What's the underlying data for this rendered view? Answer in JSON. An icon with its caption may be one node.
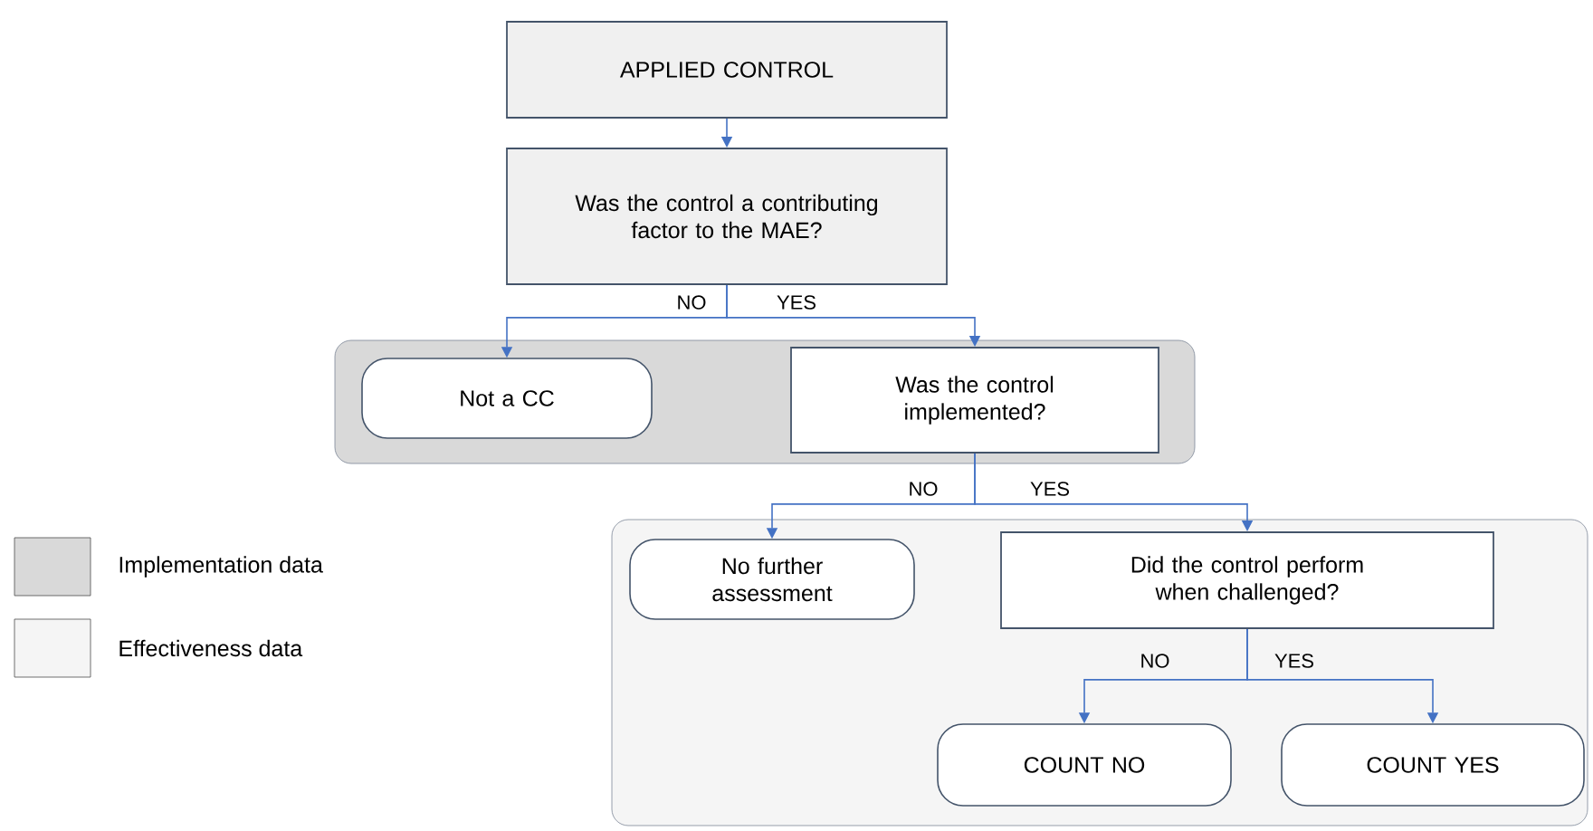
{
  "diagram": {
    "nodes": [
      {
        "text": [
          "APPLIED CONTROL"
        ]
      },
      {
        "text": [
          "Was the control a contributing factor to the MAE?"
        ]
      },
      {
        "text": [],
        "shape": "box"
      },
      {
        "text": [
          "Not a CC"
        ],
        "in": 2
      },
      {
        "text": [
          "Was the control implemented?"
        ],
        "in": 2
      },
      {
        "text": [],
        "shape": "box"
      },
      {
        "text": [
          "No further assessment"
        ],
        "in": 5
      },
      {
        "text": [
          "Did the control perform when challenged?"
        ],
        "in": 5
      },
      {
        "text": [
          "COUNT NO"
        ],
        "in": 5
      },
      {
        "text": [
          "COUNT YES"
        ],
        "in": 5
      }
    ],
    "edges": [
      {
        "from": 0,
        "to": 1,
        "arrow": "to"
      },
      {
        "from": 1,
        "to": 3,
        "arrow": "to",
        "label": "NO"
      },
      {
        "from": 1,
        "to": 4,
        "arrow": "to",
        "label": "YES"
      },
      {
        "from": 4,
        "to": 6,
        "arrow": "to",
        "label": "NO"
      },
      {
        "from": 4,
        "to": 7,
        "arrow": "to",
        "label": "YES"
      },
      {
        "from": 7,
        "to": 8,
        "arrow": "to",
        "label": "NO"
      },
      {
        "from": 7,
        "to": 9,
        "arrow": "to",
        "label": "YES"
      }
    ],
    "legend": [
      {
        "text": "Implementation data",
        "color": "#d9d9d9"
      },
      {
        "text": "Effectiveness data",
        "color": "#f5f5f5"
      }
    ]
  }
}
